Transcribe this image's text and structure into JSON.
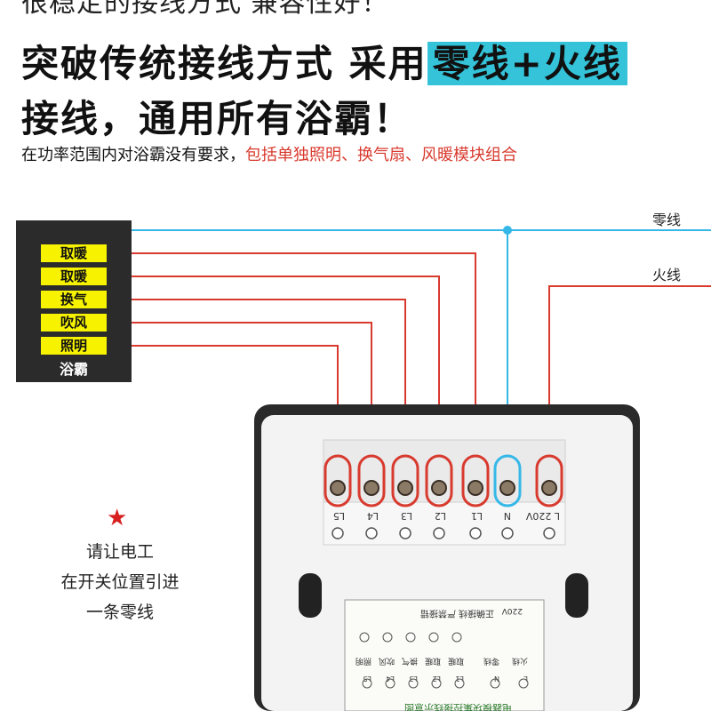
{
  "header": {
    "cut_line": "很稳定的接线方式  兼容性好！",
    "line1_prefix": "突破传统接线方式  采用",
    "line1_highlight": "零线+火线",
    "line2": "接线，通用所有浴霸！",
    "subtitle_black": "在功率范围内对浴霸没有要求，",
    "subtitle_red": "包括单独照明、换气扇、风暖模块组合"
  },
  "legend": {
    "items": [
      "取暖",
      "取暖",
      "换气",
      "吹风",
      "照明"
    ],
    "footer": "浴霸"
  },
  "wires": {
    "neutral_label": "零线",
    "live_label": "火线"
  },
  "terminals": {
    "labels": [
      "L5",
      "L4",
      "L3",
      "L2",
      "L1",
      "N",
      "L 220V"
    ]
  },
  "back_label": {
    "title": "电器模块集控接线示意图",
    "heading": "正确接线  严禁接错",
    "voltage": "220V",
    "bottom_terms": [
      "L5",
      "L4",
      "L3",
      "L2",
      "L1",
      "N",
      "L"
    ],
    "loads": [
      "照明",
      "吹风",
      "换气",
      "取暖",
      "取暖",
      "零线",
      "火线"
    ]
  },
  "note": {
    "lines": [
      "请让电工",
      "在开关位置引进",
      "一条零线"
    ]
  },
  "colors": {
    "highlight": "#34c3d9",
    "red_wire": "#d83a2e",
    "neutral_wire": "#35b8e8",
    "legend_bg": "#2b2b2b",
    "legend_item": "#f6f200",
    "star": "#d81f1f"
  }
}
